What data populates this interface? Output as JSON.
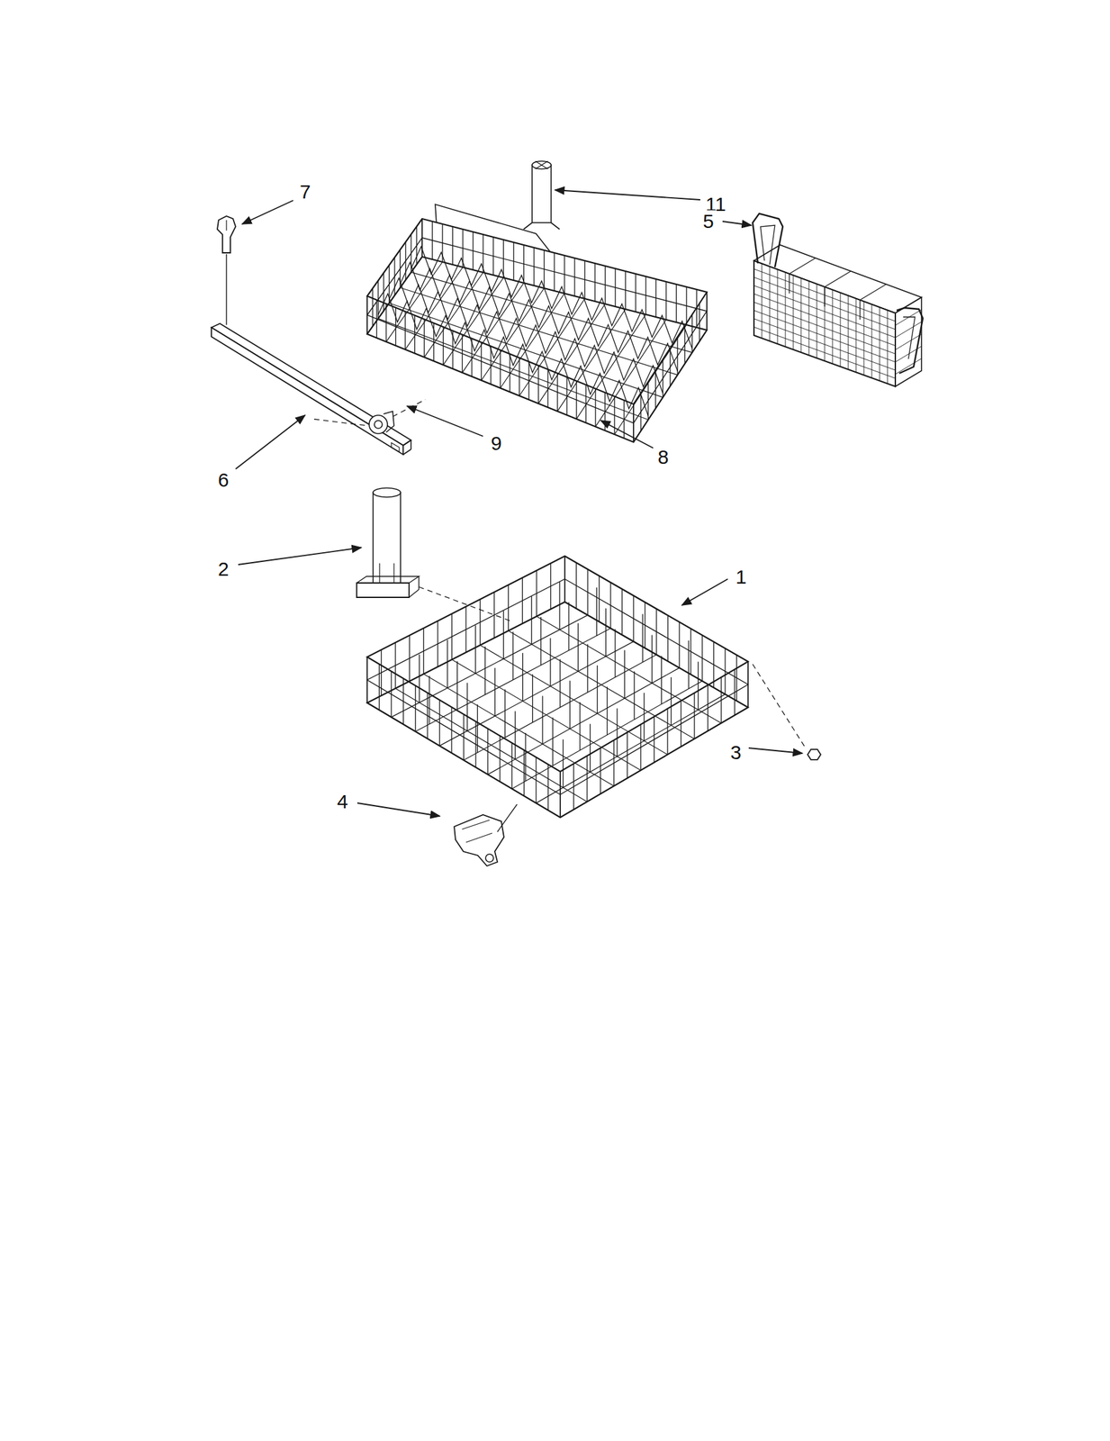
{
  "diagram": {
    "labels": [
      "7",
      "11",
      "5",
      "9",
      "8",
      "6",
      "2",
      "1",
      "3",
      "4"
    ]
  }
}
